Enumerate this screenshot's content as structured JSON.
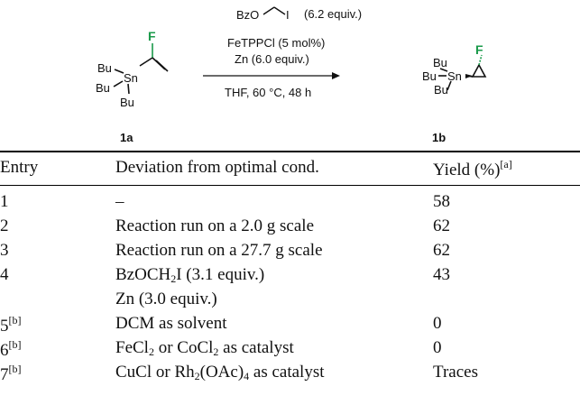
{
  "scheme": {
    "reagent_formula": "BzO",
    "reagent_iodide": "I",
    "reagent_equiv": "(6.2 equiv.)",
    "catalyst": "FeTPPCl (5 mol%)",
    "reductant": "Zn (6.0 equiv.)",
    "conditions": "THF, 60 °C, 48 h",
    "start_label": "1a",
    "product_label": "1b",
    "atoms": {
      "F": "F",
      "Sn": "Sn",
      "Bu": "Bu"
    }
  },
  "table": {
    "headers": {
      "entry": "Entry",
      "deviation": "Deviation from optimal cond.",
      "yield": "Yield (%)",
      "yield_note": "[a]"
    },
    "rows": [
      {
        "entry": "1",
        "entry_note": "",
        "deviation_html": "–",
        "yield": "58"
      },
      {
        "entry": "2",
        "entry_note": "",
        "deviation_html": "Reaction run on a 2.0 g scale",
        "yield": "62"
      },
      {
        "entry": "3",
        "entry_note": "",
        "deviation_html": "Reaction run on a 27.7 g scale",
        "yield": "62"
      },
      {
        "entry": "4",
        "entry_note": "",
        "deviation_html": "BzOCH<sub>2</sub>I (3.1 equiv.)",
        "deviation_line2": "Zn (3.0 equiv.)",
        "yield": "43"
      },
      {
        "entry": "5",
        "entry_note": "[b]",
        "deviation_html": "DCM as solvent",
        "yield": "0"
      },
      {
        "entry": "6",
        "entry_note": "[b]",
        "deviation_html": "FeCl<sub>2</sub> or CoCl<sub>2</sub> as catalyst",
        "yield": "0"
      },
      {
        "entry": "7",
        "entry_note": "[b]",
        "deviation_html": "CuCl or Rh<sub>2</sub>(OAc)<sub>4</sub> as catalyst",
        "yield": "Traces"
      }
    ]
  },
  "colors": {
    "fluorine": "#1a9a4a",
    "text": "#111111"
  }
}
